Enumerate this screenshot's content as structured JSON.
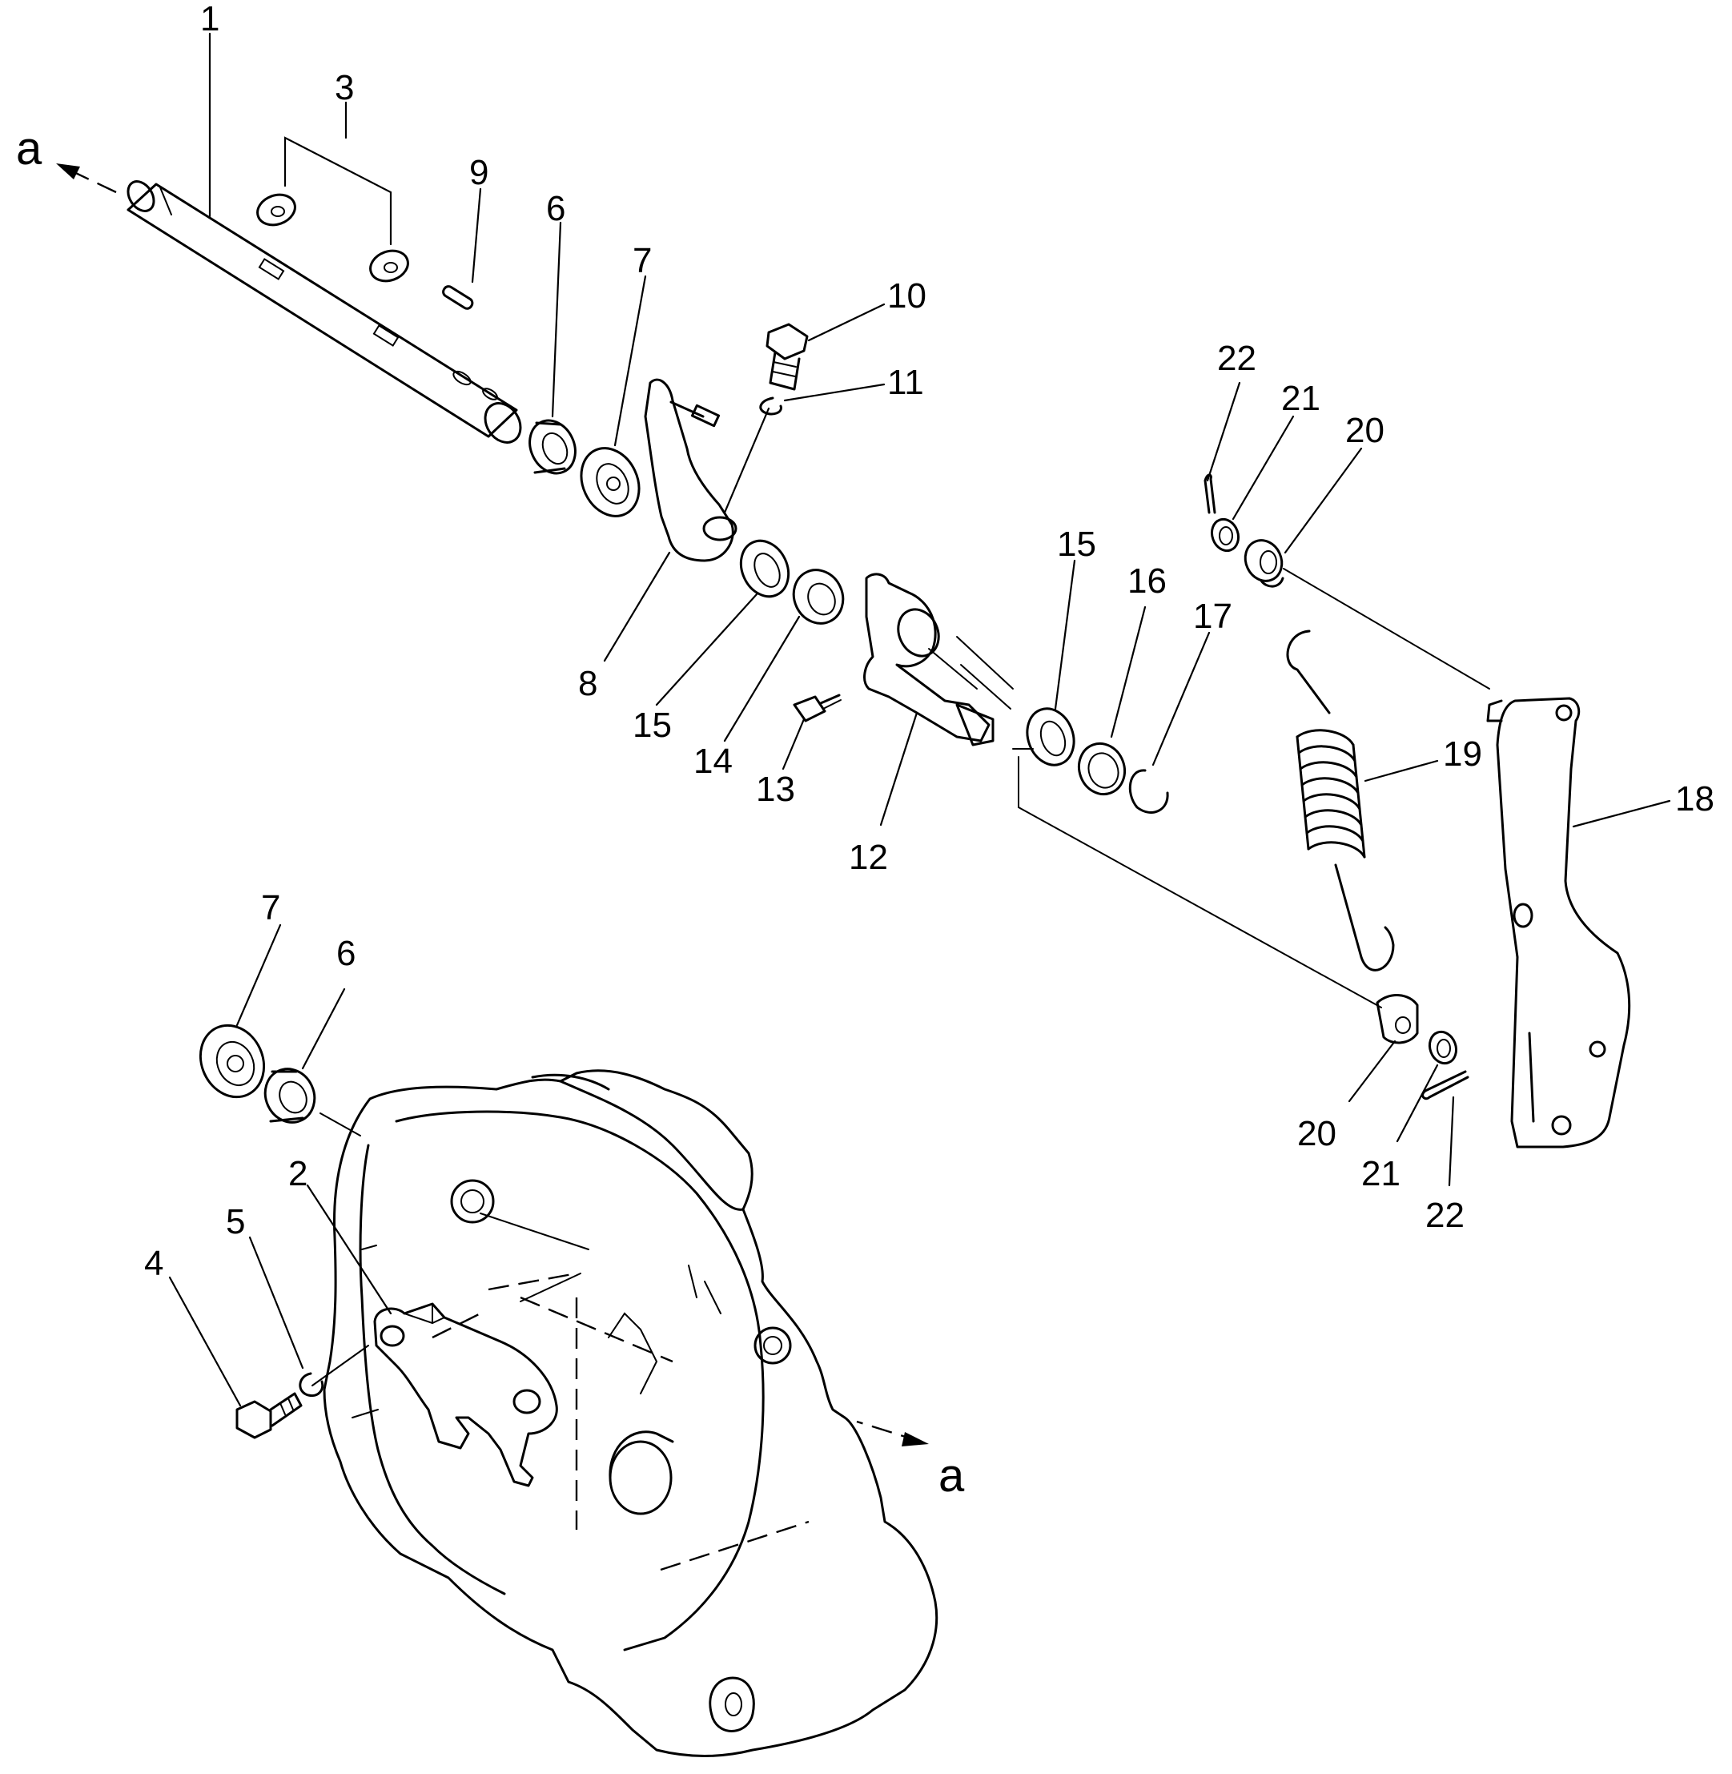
{
  "callouts": [
    {
      "id": "1",
      "label": "1"
    },
    {
      "id": "2",
      "label": "2"
    },
    {
      "id": "3",
      "label": "3"
    },
    {
      "id": "4",
      "label": "4"
    },
    {
      "id": "5",
      "label": "5"
    },
    {
      "id": "6a",
      "label": "6"
    },
    {
      "id": "6b",
      "label": "6"
    },
    {
      "id": "7a",
      "label": "7"
    },
    {
      "id": "7b",
      "label": "7"
    },
    {
      "id": "8",
      "label": "8"
    },
    {
      "id": "9",
      "label": "9"
    },
    {
      "id": "10",
      "label": "10"
    },
    {
      "id": "11",
      "label": "11"
    },
    {
      "id": "12",
      "label": "12"
    },
    {
      "id": "13",
      "label": "13"
    },
    {
      "id": "14",
      "label": "14"
    },
    {
      "id": "15a",
      "label": "15"
    },
    {
      "id": "15b",
      "label": "15"
    },
    {
      "id": "16",
      "label": "16"
    },
    {
      "id": "17",
      "label": "17"
    },
    {
      "id": "18",
      "label": "18"
    },
    {
      "id": "19",
      "label": "19"
    },
    {
      "id": "20a",
      "label": "20"
    },
    {
      "id": "20b",
      "label": "20"
    },
    {
      "id": "21a",
      "label": "21"
    },
    {
      "id": "21b",
      "label": "21"
    },
    {
      "id": "22a",
      "label": "22"
    },
    {
      "id": "22b",
      "label": "22"
    }
  ],
  "section_marks": [
    {
      "id": "a-top",
      "label": "a"
    },
    {
      "id": "a-bottom",
      "label": "a"
    }
  ]
}
